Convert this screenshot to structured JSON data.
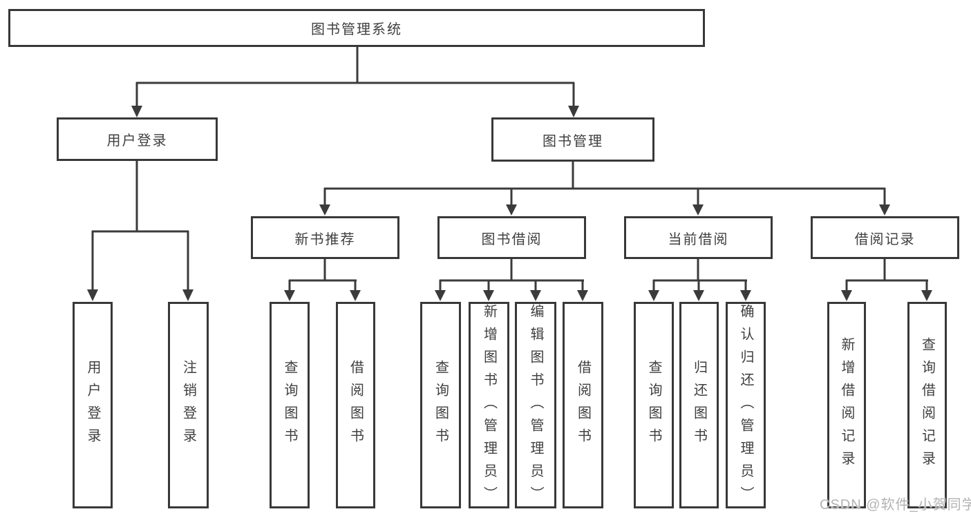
{
  "diagram": {
    "title": "图书管理系统",
    "branches": [
      {
        "label": "用户登录",
        "leaves": [
          "用户登录",
          "注销登录"
        ]
      },
      {
        "label": "图书管理",
        "sections": [
          {
            "label": "新书推荐",
            "leaves": [
              "查询图书",
              "借阅图书"
            ]
          },
          {
            "label": "图书借阅",
            "leaves": [
              "查询图书",
              "新增图书（管理员）",
              "编辑图书（管理员）",
              "借阅图书"
            ]
          },
          {
            "label": "当前借阅",
            "leaves": [
              "查询图书",
              "归还图书",
              "确认归还（管理员）"
            ]
          },
          {
            "label": "借阅记录",
            "leaves": [
              "新增借阅记录",
              "查询借阅记录"
            ]
          }
        ]
      }
    ]
  },
  "watermark": {
    "text": "CSDN @软件_小贺同学",
    "color": "#b3b3b3"
  },
  "colors": {
    "line": "#3b3b3b",
    "border": "#383838",
    "text": "#3f3f3f",
    "background": "#ffffff"
  }
}
